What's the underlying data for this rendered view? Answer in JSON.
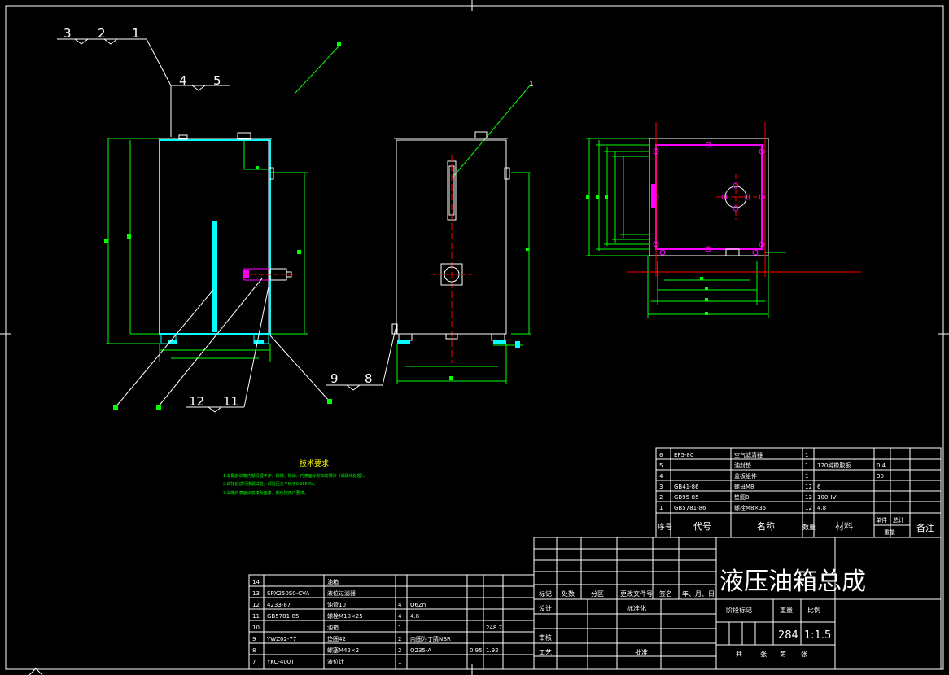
{
  "callouts": {
    "top_left": [
      "3",
      "2",
      "1"
    ],
    "mid_left": [
      "4",
      "5"
    ],
    "bottom_left": [
      "12",
      "11"
    ],
    "bottom_mid": [
      "9",
      "8"
    ]
  },
  "tech_requirements": {
    "title": "技术要求",
    "lines": [
      "1.装配前油箱内部清理干净，除锈、除油，内表面涂耐油防锈漆（或磷化处理）。",
      "2.焊接后进行渗漏试验，试验压力不低于0.05MPa。",
      "3.油箱外表面涂底漆及面漆，颜色按用户要求。"
    ]
  },
  "parts_table_upper": {
    "rows": [
      {
        "no": "6",
        "code": "EF5-80",
        "name": "空气滤清器",
        "qty": "1",
        "material": "",
        "unit_wt": "",
        "total": ""
      },
      {
        "no": "5",
        "code": "",
        "name": "油封垫",
        "qty": "1",
        "material": "120纯橡胶板",
        "unit_wt": "0.4",
        "total": ""
      },
      {
        "no": "4",
        "code": "",
        "name": "盖板组件",
        "qty": "1",
        "material": "",
        "unit_wt": "30",
        "total": ""
      },
      {
        "no": "3",
        "code": "GB41-86",
        "name": "螺母M8",
        "qty": "12",
        "material": "6",
        "unit_wt": "",
        "total": ""
      },
      {
        "no": "2",
        "code": "GB95-85",
        "name": "垫圈8",
        "qty": "12",
        "material": "100HV",
        "unit_wt": "",
        "total": ""
      },
      {
        "no": "1",
        "code": "GB5781-86",
        "name": "螺栓M8×35",
        "qty": "12",
        "material": "4.8",
        "unit_wt": "",
        "total": ""
      }
    ],
    "header": {
      "no": "序号",
      "code": "代号",
      "name": "名称",
      "qty": "数量",
      "material": "材料",
      "unit": "单件",
      "total": "总计",
      "weight": "重量",
      "remark": "备注"
    }
  },
  "parts_table_lower": {
    "rows": [
      {
        "no": "14",
        "code": "",
        "name": "油箱",
        "qty": "",
        "material": "",
        "a": "",
        "b": ""
      },
      {
        "no": "13",
        "code": "SPX250S0-CVA",
        "name": "液位过滤器",
        "qty": "",
        "material": "",
        "a": "",
        "b": ""
      },
      {
        "no": "12",
        "code": "4233-87",
        "name": "油管10",
        "qty": "4",
        "material": "Q6Zn",
        "a": "",
        "b": ""
      },
      {
        "no": "11",
        "code": "GB5781-85",
        "name": "螺栓M10×25",
        "qty": "4",
        "material": "4.8",
        "a": "",
        "b": ""
      },
      {
        "no": "10",
        "code": "",
        "name": "油箱",
        "qty": "1",
        "material": "",
        "a": "",
        "b": "248.7"
      },
      {
        "no": "9",
        "code": "YWZ02-77",
        "name": "垫圈42",
        "qty": "2",
        "material": "内圈为丁腈NBR",
        "a": "",
        "b": ""
      },
      {
        "no": "8",
        "code": "",
        "name": "螺塞M42×2",
        "qty": "2",
        "material": "Q235-A",
        "a": "0.95",
        "b": "1.92"
      },
      {
        "no": "7",
        "code": "YKC-400T",
        "name": "液位计",
        "qty": "1",
        "material": "",
        "a": "",
        "b": ""
      }
    ]
  },
  "title_block": {
    "title": "液压油箱总成",
    "labels": {
      "mark": "标记",
      "count": "处数",
      "zone": "分区",
      "change_doc": "更改文件号",
      "sign": "签名",
      "date": "年、月、日",
      "design": "设计",
      "standardize": "标准化",
      "review": "审核",
      "process": "工艺",
      "approve": "批准",
      "stage_mark": "阶段标记",
      "weight": "重量",
      "scale": "比例",
      "total_sheets": "共",
      "sheets_unit": "张",
      "sheet_no": "第",
      "sheet_unit": "张"
    },
    "weight_value": "284",
    "scale_value": "1:1.5"
  },
  "colors": {
    "background": "#000000",
    "outline": "#ffffff",
    "dimension": "#00ff00",
    "cyan_part": "#00ffff",
    "center": "#ff0000",
    "magenta": "#ff00ff",
    "text_yellow": "#ffff00"
  }
}
